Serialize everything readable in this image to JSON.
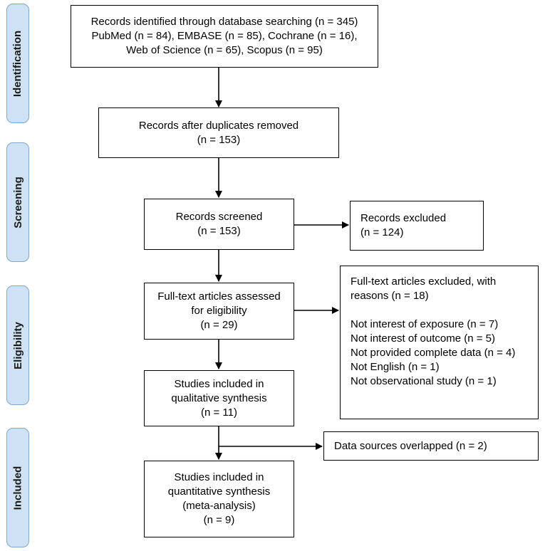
{
  "phases": {
    "identification": "Identification",
    "screening": "Screening",
    "eligibility": "Eligibility",
    "included": "Included"
  },
  "boxes": {
    "identified": {
      "lines": [
        "Records identified through database searching (n = 345)",
        "PubMed (n = 84), EMBASE (n = 85), Cochrane (n = 16),",
        "Web of Science (n = 65), Scopus (n = 95)"
      ]
    },
    "duplicates_removed": {
      "lines": [
        "Records after duplicates removed",
        "(n = 153)"
      ]
    },
    "screened": {
      "lines": [
        "Records screened",
        "(n = 153)"
      ]
    },
    "excluded": {
      "lines": [
        "Records excluded",
        "(n = 124)"
      ]
    },
    "assessed": {
      "lines": [
        "Full-text articles assessed",
        "for eligibility",
        "(n =  29)"
      ]
    },
    "fulltext_excluded": {
      "header": [
        "Full-text articles excluded, with",
        "reasons (n = 18)"
      ],
      "reasons": [
        "Not interest of exposure (n = 7)",
        "Not interest of outcome (n = 5)",
        "Not provided complete data (n = 4)",
        "Not English (n = 1)",
        "Not observational study (n = 1)"
      ]
    },
    "qualitative": {
      "lines": [
        "Studies included in",
        "qualitative synthesis",
        "(n = 11)"
      ]
    },
    "overlapped": {
      "lines": [
        "Data sources overlapped (n = 2)"
      ]
    },
    "quantitative": {
      "lines": [
        "Studies included in",
        "quantitative synthesis",
        "(meta-analysis)",
        "(n = 9)"
      ]
    }
  }
}
